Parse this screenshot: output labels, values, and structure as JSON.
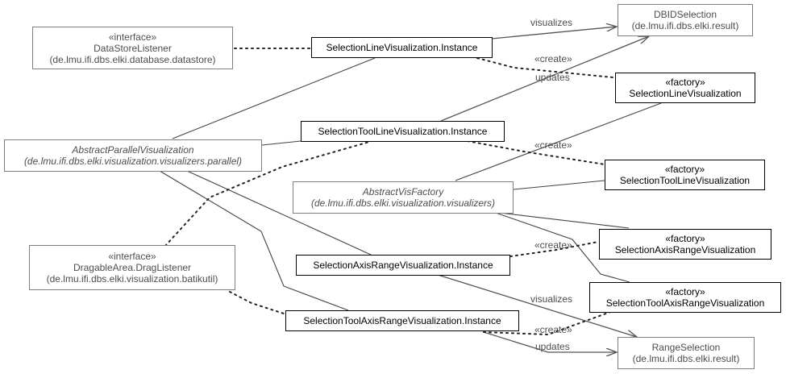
{
  "boxes": {
    "datastore_listener": {
      "stereotype": "«interface»",
      "name": "DataStoreListener",
      "pkg": "(de.lmu.ifi.dbs.elki.database.datastore)"
    },
    "abstract_parallel": {
      "name": "AbstractParallelVisualization",
      "pkg": "(de.lmu.ifi.dbs.elki.visualization.visualizers.parallel)"
    },
    "dragable_listener": {
      "stereotype": "«interface»",
      "name": "DragableArea.DragListener",
      "pkg": "(de.lmu.ifi.dbs.elki.visualization.batikutil)"
    },
    "sel_line_inst": {
      "name": "SelectionLineVisualization.Instance"
    },
    "sel_tool_line_inst": {
      "name": "SelectionToolLineVisualization.Instance"
    },
    "abstract_vis_factory": {
      "name": "AbstractVisFactory",
      "pkg": "(de.lmu.ifi.dbs.elki.visualization.visualizers)"
    },
    "sel_axis_range_inst": {
      "name": "SelectionAxisRangeVisualization.Instance"
    },
    "sel_tool_axis_range_inst": {
      "name": "SelectionToolAxisRangeVisualization.Instance"
    },
    "dbid_selection": {
      "name": "DBIDSelection",
      "pkg": "(de.lmu.ifi.dbs.elki.result)"
    },
    "range_selection": {
      "name": "RangeSelection",
      "pkg": "(de.lmu.ifi.dbs.elki.result)"
    },
    "f_sel_line": {
      "stereotype": "«factory»",
      "name": "SelectionLineVisualization"
    },
    "f_sel_tool_line": {
      "stereotype": "«factory»",
      "name": "SelectionToolLineVisualization"
    },
    "f_sel_axis_range": {
      "stereotype": "«factory»",
      "name": "SelectionAxisRangeVisualization"
    },
    "f_sel_tool_axis_range": {
      "stereotype": "«factory»",
      "name": "SelectionToolAxisRangeVisualization"
    }
  },
  "labels": {
    "visualizes_top": "visualizes",
    "create_1": "«create»",
    "updates_top": "updates",
    "create_2": "«create»",
    "create_3": "«create»",
    "visualizes_bottom": "visualizes",
    "create_4": "«create»",
    "updates_bottom": "updates"
  },
  "colors": {
    "line": "#555555",
    "border_gray": "#7f7f7f",
    "border_black": "#000000"
  }
}
